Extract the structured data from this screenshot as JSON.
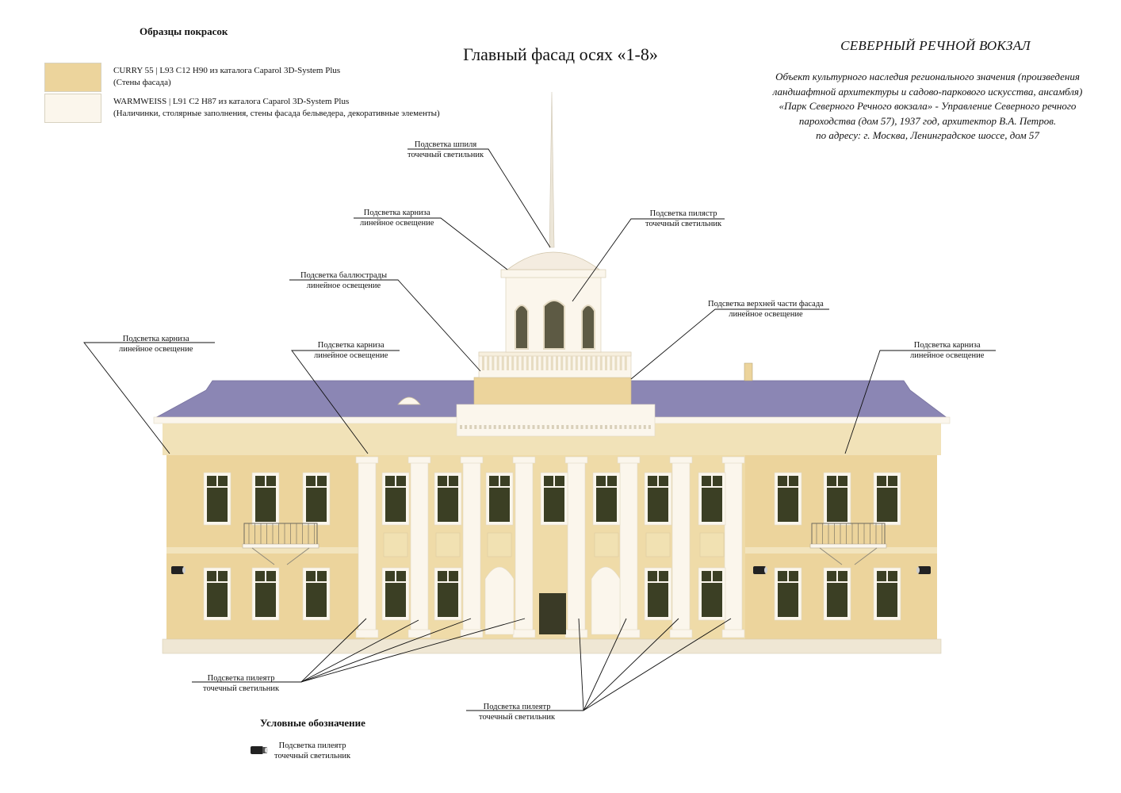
{
  "swatches": {
    "title": "Образцы покрасок",
    "items": [
      {
        "line1": "CURRY 55 | L93 C12 H90 из каталога Caparol 3D-System Plus",
        "line2": "(Стены фасада)",
        "color": "#ecd49c"
      },
      {
        "line1": "WARMWEISS | L91 C2 H87 из каталога Caparol 3D-System Plus",
        "line2": "(Наличинки, столярные заполнения, стены фасада бельведера, декоративные элементы)",
        "color": "#fbf6ec"
      }
    ]
  },
  "title": "Главный фасад осях «1-8»",
  "organization": {
    "name": "СЕВЕРНЫЙ РЕЧНОЙ ВОКЗАЛ",
    "description_lines": [
      "Объект культурного наследия регионального значения (произведения",
      "ландшафтной архитектуры и садово-паркового искусства, ансамбля)",
      "«Парк Северного Речного вокзала» - Управление Северного речного",
      "пароходства (дом 57), 1937 год, архитектор В.А. Петров.",
      "по адресу: г. Москва, Ленинградское шоссе, дом 57"
    ]
  },
  "callouts": {
    "spire": {
      "line1": "Подсветка шпиля",
      "line2": "точечный светильник"
    },
    "cornice_belvedere": {
      "line1": "Подсветка карниза",
      "line2": "линейное освещение"
    },
    "pilasters_belvedere": {
      "line1": "Подсветка пилястр",
      "line2": "точечный светильник"
    },
    "balustrade": {
      "line1": "Подсветка баллюстрады",
      "line2": "линейное освещение"
    },
    "upper_facade": {
      "line1": "Подсветка верхней части фасада",
      "line2": "линейное освещение"
    },
    "cornice_left": {
      "line1": "Подсветка карниза",
      "line2": "линейное освещение"
    },
    "cornice_center": {
      "line1": "Подсветка карниза",
      "line2": "линейное освещение"
    },
    "cornice_right": {
      "line1": "Подсветка карниза",
      "line2": "линейное освещение"
    },
    "pilasters_left": {
      "line1": "Подсветка пилеятр",
      "line2": "точечный светильник"
    },
    "pilasters_center": {
      "line1": "Подсветка пилеятр",
      "line2": "точечный светильник"
    }
  },
  "legend": {
    "title": "Условные обозначение",
    "icon": "spotlight-icon",
    "line1": "Подсветка пилеятр",
    "line2": "точечный светильник"
  },
  "colors": {
    "wall": "#ecd49c",
    "trim": "#fbf6ec",
    "roof": "#8b86b4",
    "window": "#3b3f24"
  }
}
